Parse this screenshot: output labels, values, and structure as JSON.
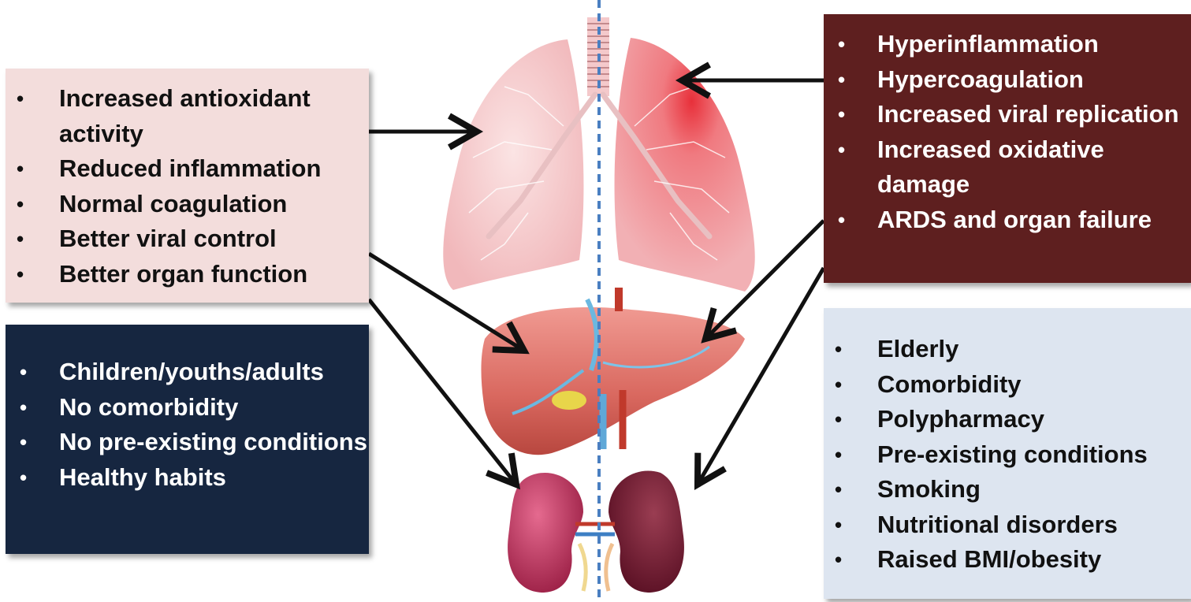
{
  "left_top_box": {
    "items": [
      "Increased antioxidant activity",
      "Reduced inflammation",
      "Normal coagulation",
      "Better viral control",
      "Better organ function"
    ]
  },
  "left_bottom_box": {
    "items": [
      "Children/youths/adults",
      "No comorbidity",
      "No pre-existing conditions",
      "Healthy habits"
    ]
  },
  "right_top_box": {
    "items": [
      "Hyperinflammation",
      "Hypercoagulation",
      "Increased viral replication",
      "Increased oxidative damage",
      "ARDS and organ failure"
    ]
  },
  "right_bottom_box": {
    "items": [
      "Elderly",
      "Comorbidity",
      "Polypharmacy",
      "Pre-existing conditions",
      "Smoking",
      "Nutritional disorders",
      "Raised BMI/obesity"
    ]
  },
  "colors": {
    "left_top_bg": "#f3dddc",
    "left_bottom_bg": "#162640",
    "right_top_bg": "#5e1f1f",
    "right_bottom_bg": "#dde5f0",
    "divider": "#4a7fc1"
  },
  "illustrations": [
    "lungs-illustration",
    "liver-illustration",
    "kidneys-illustration"
  ]
}
